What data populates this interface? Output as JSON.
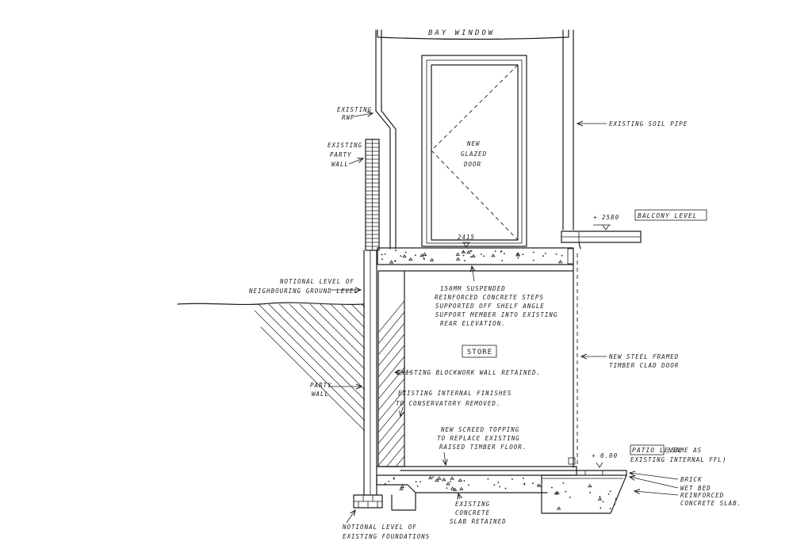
{
  "drawing": {
    "title": "BAY WINDOW",
    "door_label": [
      "NEW",
      "GLAZED",
      "DOOR"
    ],
    "balcony_dim": "+ 2580",
    "balcony_level": "BALCONY LEVEL",
    "floor_dim": "2415",
    "store_label": "STORE",
    "patio_dim": "+ 0.00",
    "patio_level": "PATIO LEVEL",
    "patio_note": [
      "(SAME AS",
      "EXISTING INTERNAL FFL)"
    ]
  },
  "labels": {
    "rwp": [
      "EXISTING",
      "RWP"
    ],
    "party_wall_top": [
      "EXISTING",
      "PARTY",
      "WALL"
    ],
    "soil_pipe": "EXISTING SOIL PIPE",
    "ground_level": [
      "NOTIONAL LEVEL OF",
      "NEIGHBOURING GROUND LEVEL"
    ],
    "slab_note": [
      "150MM SUSPENDED",
      "REINFORCED CONCRETE STEPS",
      "SUPPORTED OFF SHELF ANGLE",
      "SUPPORT MEMBER INTO EXISTING",
      "REAR ELEVATION."
    ],
    "steel_door": [
      "NEW STEEL FRAMED",
      "TIMBER CLAD DOOR"
    ],
    "blockwork": "EXISTING BLOCKWORK WALL RETAINED.",
    "party_wall": [
      "PARTY",
      "WALL"
    ],
    "finishes": [
      "EXISTING INTERNAL FINISHES",
      "TO CONSERVATORY REMOVED."
    ],
    "screed": [
      "NEW SCREED TOPPING",
      "TO REPLACE EXISTING",
      "RAISED TIMBER FLOOR."
    ],
    "brick_layers": [
      "BRICK",
      "WET BED",
      "REINFORCED",
      "CONCRETE SLAB."
    ],
    "foundations": [
      "NOTIONAL LEVEL OF",
      "EXISTING FOUNDATIONS"
    ],
    "existing_slab": [
      "EXISTING",
      "CONCRETE",
      "SLAB RETAINED"
    ]
  }
}
